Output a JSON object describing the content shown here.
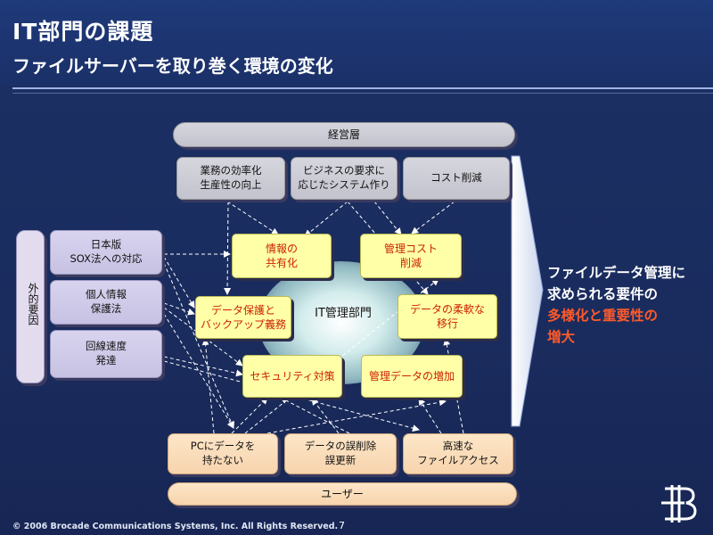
{
  "header": {
    "title": "IT部門の課題",
    "subtitle": "ファイルサーバーを取り巻く環境の変化"
  },
  "diagram": {
    "top_bar": "経営層",
    "top_boxes": [
      {
        "line1": "業務の効率化",
        "line2": "生産性の向上"
      },
      {
        "line1": "ビジネスの要求に",
        "line2": "応じたシステム作り"
      },
      {
        "line1": "コスト削減",
        "line2": ""
      }
    ],
    "side_label": "外的要因",
    "left_boxes": [
      {
        "line1": "日本版",
        "line2": "SOX法への対応"
      },
      {
        "line1": "個人情報",
        "line2": "保護法"
      },
      {
        "line1": "回線速度",
        "line2": "発達"
      }
    ],
    "center_label": "IT管理部門",
    "yellow_boxes": [
      {
        "line1": "情報の",
        "line2": "共有化"
      },
      {
        "line1": "管理コスト",
        "line2": "削減"
      },
      {
        "line1": "データ保護と",
        "line2": "バックアップ義務"
      },
      {
        "line1": "データの柔軟な",
        "line2": "移行"
      },
      {
        "line1": "セキュリティ対策",
        "line2": ""
      },
      {
        "line1": "管理データの増加",
        "line2": ""
      }
    ],
    "bottom_boxes": [
      {
        "line1": "PCにデータを",
        "line2": "持たない"
      },
      {
        "line1": "データの誤削除",
        "line2": "誤更新"
      },
      {
        "line1": "高速な",
        "line2": "ファイルアクセス"
      }
    ],
    "bottom_bar": "ユーザー"
  },
  "conclusion": {
    "line1": "ファイルデータ管理に",
    "line2": "求められる要件の",
    "line3_highlight": "多様化と重要性の",
    "line4_highlight": "増大"
  },
  "footer": {
    "copyright": "© 2006 Brocade Communications Systems, Inc. All Rights Reserved.",
    "page_number": "7"
  },
  "colors": {
    "background": "#1a2d5c",
    "yellow_box": "#ffffa8",
    "yellow_text": "#cc2200",
    "highlight": "#ff5a2a"
  },
  "icons": [
    "brocade-logo-icon"
  ]
}
